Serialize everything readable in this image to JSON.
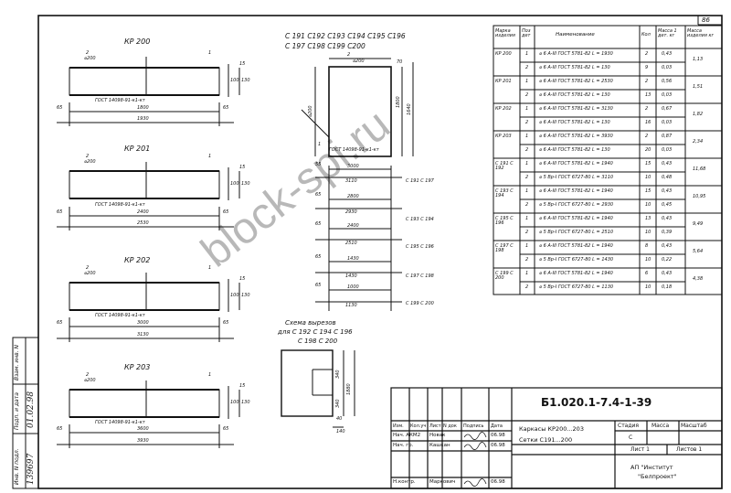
{
  "sheet": {
    "page_no": "86",
    "code": "Б1.020.1-7.4-1-39",
    "title_lines": [
      "Каркасы   КР200...203",
      "Сетки   С191...200"
    ],
    "stage_header": "Стадия",
    "mass_header": "Масса",
    "scale_header": "Масштаб",
    "stage_value": "С",
    "sheet_label": "Лист  1",
    "sheets_label": "Листов  1",
    "org_lines": [
      "АП \"Институт",
      "\"Белпроект\""
    ]
  },
  "stamp": {
    "header": [
      "Изм.",
      "Кол.уч",
      "Лист",
      "N док",
      "Подпись",
      "Дата"
    ],
    "rows": [
      {
        "role": "Нач. АКМ2",
        "name": "Новак",
        "date": "06.98"
      },
      {
        "role": "Нач. гр.",
        "name": "Кашкан",
        "date": "06.98"
      },
      {
        "role": "Н.контр.",
        "name": "Маркович",
        "date": "06.98"
      }
    ]
  },
  "side_stamp": [
    "Инв. N подл.",
    "Подп. и дата",
    "Взам. инв. N"
  ],
  "side_values": [
    "139697",
    "01.02.98"
  ],
  "frames": [
    {
      "name": "КР 200",
      "dia": "⌀200",
      "mark2": "2",
      "mark1": "1",
      "gost": "ГОСТ 14098-91-к1-кт",
      "len_in": "1800",
      "len_out": "1930",
      "end": "65",
      "h1": "15",
      "h2": "100",
      "h3": "130"
    },
    {
      "name": "КР 201",
      "dia": "⌀200",
      "mark2": "2",
      "mark1": "1",
      "gost": "ГОСТ 14098-91-к1-кт",
      "len_in": "2400",
      "len_out": "2530",
      "end": "65",
      "h1": "15",
      "h2": "100",
      "h3": "130"
    },
    {
      "name": "КР 202",
      "dia": "⌀200",
      "mark2": "2",
      "mark1": "1",
      "gost": "ГОСТ 14098-91-к1-кт",
      "len_in": "3000",
      "len_out": "3130",
      "end": "65",
      "h1": "15",
      "h2": "100",
      "h3": "130"
    },
    {
      "name": "КР 203",
      "dia": "⌀200",
      "mark2": "2",
      "mark1": "1",
      "gost": "ГОСТ 14098-91-к1-кт",
      "len_in": "3600",
      "len_out": "3930",
      "end": "65",
      "h1": "15",
      "h2": "100",
      "h3": "130"
    }
  ],
  "mesh": {
    "labels_line1": "С 191   С192   С193   С194   С195   С196",
    "labels_line2": "С 197   С198   С199   С200",
    "dia_top": "⌀200",
    "dia_side": "⌀200",
    "gost": "ГОСТ 14098-91-к1-кт",
    "dim_h1": "1800",
    "dim_h2": "1640",
    "dim_top": "70",
    "mark1": "1",
    "mark2": "2",
    "dim_rows": [
      {
        "end": "55",
        "inner": "3000",
        "outer": "3110",
        "series": "С 191  С 197"
      },
      {
        "end": "65",
        "inner": "2800",
        "outer": "2930",
        "series": ""
      },
      {
        "end": "65",
        "inner": "2400",
        "outer": "2510",
        "series": "С 193  С 194"
      },
      {
        "end": "65",
        "inner": "1430",
        "outer": "1430",
        "series": "С 195  С 196"
      },
      {
        "end": "65",
        "inner": "1000",
        "outer": "1130",
        "series": "С 197  С 198"
      },
      {
        "end": "",
        "inner": "",
        "outer": "",
        "series": "С 199  С 200"
      }
    ]
  },
  "cut": {
    "title": "Схема вырезов",
    "line2": "для  С 192   С 194   С 196",
    "line3": "С 198   С 200",
    "d1": "340",
    "d2": "340",
    "d3": "1880",
    "d4": "140",
    "d5": "40"
  },
  "spec": {
    "headers": [
      "Марка изделия",
      "Поз дет",
      "Наименование",
      "Кол",
      "Масса 1 дет. кг",
      "Масса изделия кг"
    ],
    "rows": [
      {
        "mark": "КР 200",
        "pos": "1",
        "name": "⌀ 6  А-III  ГОСТ 5781-82  L = 1930",
        "qty": "2",
        "m1": "0,43",
        "total": "1,13"
      },
      {
        "mark": "",
        "pos": "2",
        "name": "⌀ 6  А-III  ГОСТ 5781-82  L = 130",
        "qty": "9",
        "m1": "0,03",
        "total": ""
      },
      {
        "mark": "КР 201",
        "pos": "1",
        "name": "⌀ 6  А-III  ГОСТ 5781-82  L = 2530",
        "qty": "2",
        "m1": "0,56",
        "total": "1,51"
      },
      {
        "mark": "",
        "pos": "2",
        "name": "⌀ 6  А-III  ГОСТ 5781-82  L = 130",
        "qty": "13",
        "m1": "0,03",
        "total": ""
      },
      {
        "mark": "КР 202",
        "pos": "1",
        "name": "⌀ 6  А-III  ГОСТ 5781-82  L = 3130",
        "qty": "2",
        "m1": "0,67",
        "total": "1,82"
      },
      {
        "mark": "",
        "pos": "2",
        "name": "⌀ 6  А-III  ГОСТ 5781-82  L = 130",
        "qty": "16",
        "m1": "0,03",
        "total": ""
      },
      {
        "mark": "КР 203",
        "pos": "1",
        "name": "⌀ 6  А-III  ГОСТ 5781-82  L = 3930",
        "qty": "2",
        "m1": "0,87",
        "total": "2,34"
      },
      {
        "mark": "",
        "pos": "2",
        "name": "⌀ 6  А-III  ГОСТ 5781-82  L = 130",
        "qty": "20",
        "m1": "0,03",
        "total": ""
      },
      {
        "mark": "С 191  С 192",
        "pos": "1",
        "name": "⌀ 6  А-III  ГОСТ 5781-82  L = 1940",
        "qty": "15",
        "m1": "0,43",
        "total": "11,68"
      },
      {
        "mark": "",
        "pos": "2",
        "name": "⌀ 5  Вр-I  ГОСТ 6727-80  L = 3110",
        "qty": "10",
        "m1": "0,48",
        "total": ""
      },
      {
        "mark": "С 193  С 194",
        "pos": "1",
        "name": "⌀ 6  А-III  ГОСТ 5781-82  L = 1940",
        "qty": "15",
        "m1": "0,43",
        "total": "10,95"
      },
      {
        "mark": "",
        "pos": "2",
        "name": "⌀ 5  Вр-I  ГОСТ 6727-80  L = 2930",
        "qty": "10",
        "m1": "0,45",
        "total": ""
      },
      {
        "mark": "С 195  С 196",
        "pos": "1",
        "name": "⌀ 6  А-III  ГОСТ 5781-82  L = 1940",
        "qty": "13",
        "m1": "0,43",
        "total": "9,49"
      },
      {
        "mark": "",
        "pos": "2",
        "name": "⌀ 5  Вр-I  ГОСТ 6727-80  L = 2510",
        "qty": "10",
        "m1": "0,39",
        "total": ""
      },
      {
        "mark": "С 197  С 198",
        "pos": "1",
        "name": "⌀ 6  А-III  ГОСТ 5781-82  L = 1940",
        "qty": "8",
        "m1": "0,43",
        "total": "5,64"
      },
      {
        "mark": "",
        "pos": "2",
        "name": "⌀ 5  Вр-I  ГОСТ 6727-80  L = 1430",
        "qty": "10",
        "m1": "0,22",
        "total": ""
      },
      {
        "mark": "С 199  С 200",
        "pos": "1",
        "name": "⌀ 6  А-III  ГОСТ 5781-82  L = 1940",
        "qty": "6",
        "m1": "0,43",
        "total": "4,38"
      },
      {
        "mark": "",
        "pos": "2",
        "name": "⌀ 5  Вр-I  ГОСТ 6727-80  L = 1130",
        "qty": "10",
        "m1": "0,18",
        "total": ""
      }
    ]
  },
  "watermark": "block-spi.ru"
}
